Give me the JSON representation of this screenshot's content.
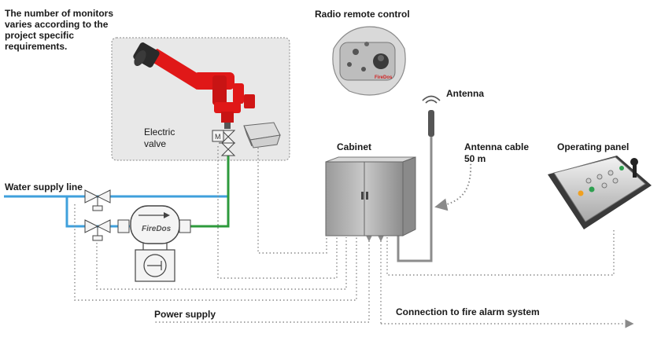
{
  "labels": {
    "monitors_note": "The number of monitors varies according to the project specific requirements.",
    "radio_remote": "Radio remote control",
    "electric_valve": "Electric\nvalve",
    "antenna": "Antenna",
    "antenna_cable": "Antenna cable",
    "antenna_cable_len": "50 m",
    "cabinet": "Cabinet",
    "operating_panel": "Operating panel",
    "water_supply": "Water supply line",
    "power_supply": "Power supply",
    "fire_alarm": "Connection to fire alarm system",
    "meter_brand": "FireDos",
    "valve_m": "M",
    "remote_brand": "FireDos"
  },
  "colors": {
    "water_line": "#3fa0dc",
    "green_line": "#2d9a3c",
    "monitor_red": "#e01818",
    "cable_gray": "#8c8c8c",
    "dotted_gray": "#8a8a8a",
    "text": "#1a1a1a",
    "box_fill": "#e8e8e8"
  }
}
